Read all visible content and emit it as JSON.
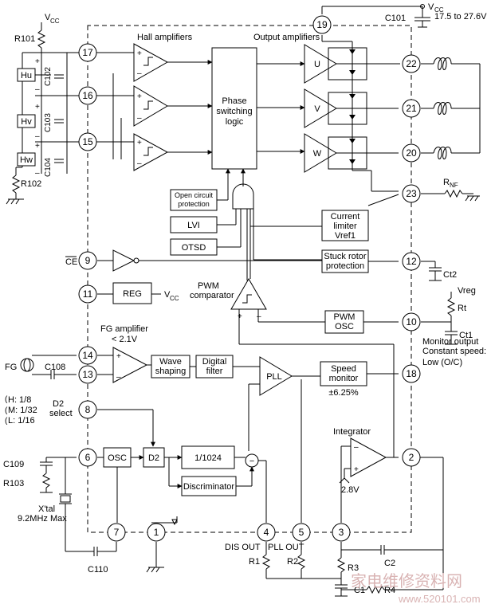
{
  "labels": {
    "vcc": "V",
    "vcc_sub": "CC",
    "vcc_range": "17.5 to 27.6V",
    "r101": "R101",
    "r102": "R102",
    "c101": "C101",
    "c102": "C102",
    "c103": "C103",
    "c104": "C104",
    "hu": "Hu",
    "hv": "Hv",
    "hw": "Hw",
    "hall_amplifiers": "Hall amplifiers",
    "output_amplifiers": "Output amplifiers",
    "phase_line1": "Phase",
    "phase_line2": "switching",
    "phase_line3": "logic",
    "amp_u": "U",
    "amp_v": "V",
    "amp_w": "W",
    "open_circuit_1": "Open circuit",
    "open_circuit_2": "protection",
    "lvi": "LVI",
    "otsd": "OTSD",
    "current_limiter_1": "Current",
    "current_limiter_2": "limiter",
    "current_limiter_3": "Vref1",
    "rnf": "R",
    "rnf_sub": "NF",
    "ce": "CE",
    "stuck_rotor_1": "Stuck rotor",
    "stuck_rotor_2": "protection",
    "ct2": "Ct2",
    "reg": "REG",
    "reg_vcc": "V",
    "reg_vcc_sub": "CC",
    "pwm_comparator_1": "PWM",
    "pwm_comparator_2": "comparator",
    "vreg": "Vreg",
    "rt": "Rt",
    "ct1": "Ct1",
    "pwm_osc_1": "PWM",
    "pwm_osc_2": "OSC",
    "fg_amplifier": "FG amplifier",
    "fg_amp_vol": "< 2.1V",
    "fg": "FG",
    "c108": "C108",
    "wave_shaping_1": "Wave",
    "wave_shaping_2": "shaping",
    "digital_filter_1": "Digital",
    "digital_filter_2": "filter",
    "pll": "PLL",
    "speed_monitor_1": "Speed",
    "speed_monitor_2": "monitor",
    "speed_pct": "±6.25%",
    "monitor_output_1": "Monitor output",
    "monitor_output_2": "Constant speed:",
    "monitor_output_3": "Low (O/C)",
    "h_sel": "H: 1/8",
    "m_sel": "M: 1/32",
    "l_sel": "L: 1/16",
    "d2_select_1": "D2",
    "d2_select_2": "select",
    "integrator": "Integrator",
    "c109": "C109",
    "r103": "R103",
    "osc": "OSC",
    "d2": "D2",
    "div1024": "1/1024",
    "discriminator": "Discriminator",
    "v28": "2.8V",
    "xtal_1": "X'tal",
    "xtal_2": "9.2MHz Max",
    "c110": "C110",
    "dis_out": "DIS OUT",
    "pll_out": "PLL OUT",
    "r1": "R1",
    "r2": "R2",
    "r3": "R3",
    "r4": "R4",
    "c1": "C1",
    "c2": "C2",
    "watermark_cn": "家电维修资料网",
    "watermark_url": "www.520101.com"
  },
  "pins": [
    "19",
    "17",
    "16",
    "15",
    "22",
    "21",
    "20",
    "23",
    "9",
    "12",
    "11",
    "10",
    "14",
    "13",
    "18",
    "8",
    "6",
    "2",
    "7",
    "1",
    "4",
    "5",
    "3"
  ]
}
